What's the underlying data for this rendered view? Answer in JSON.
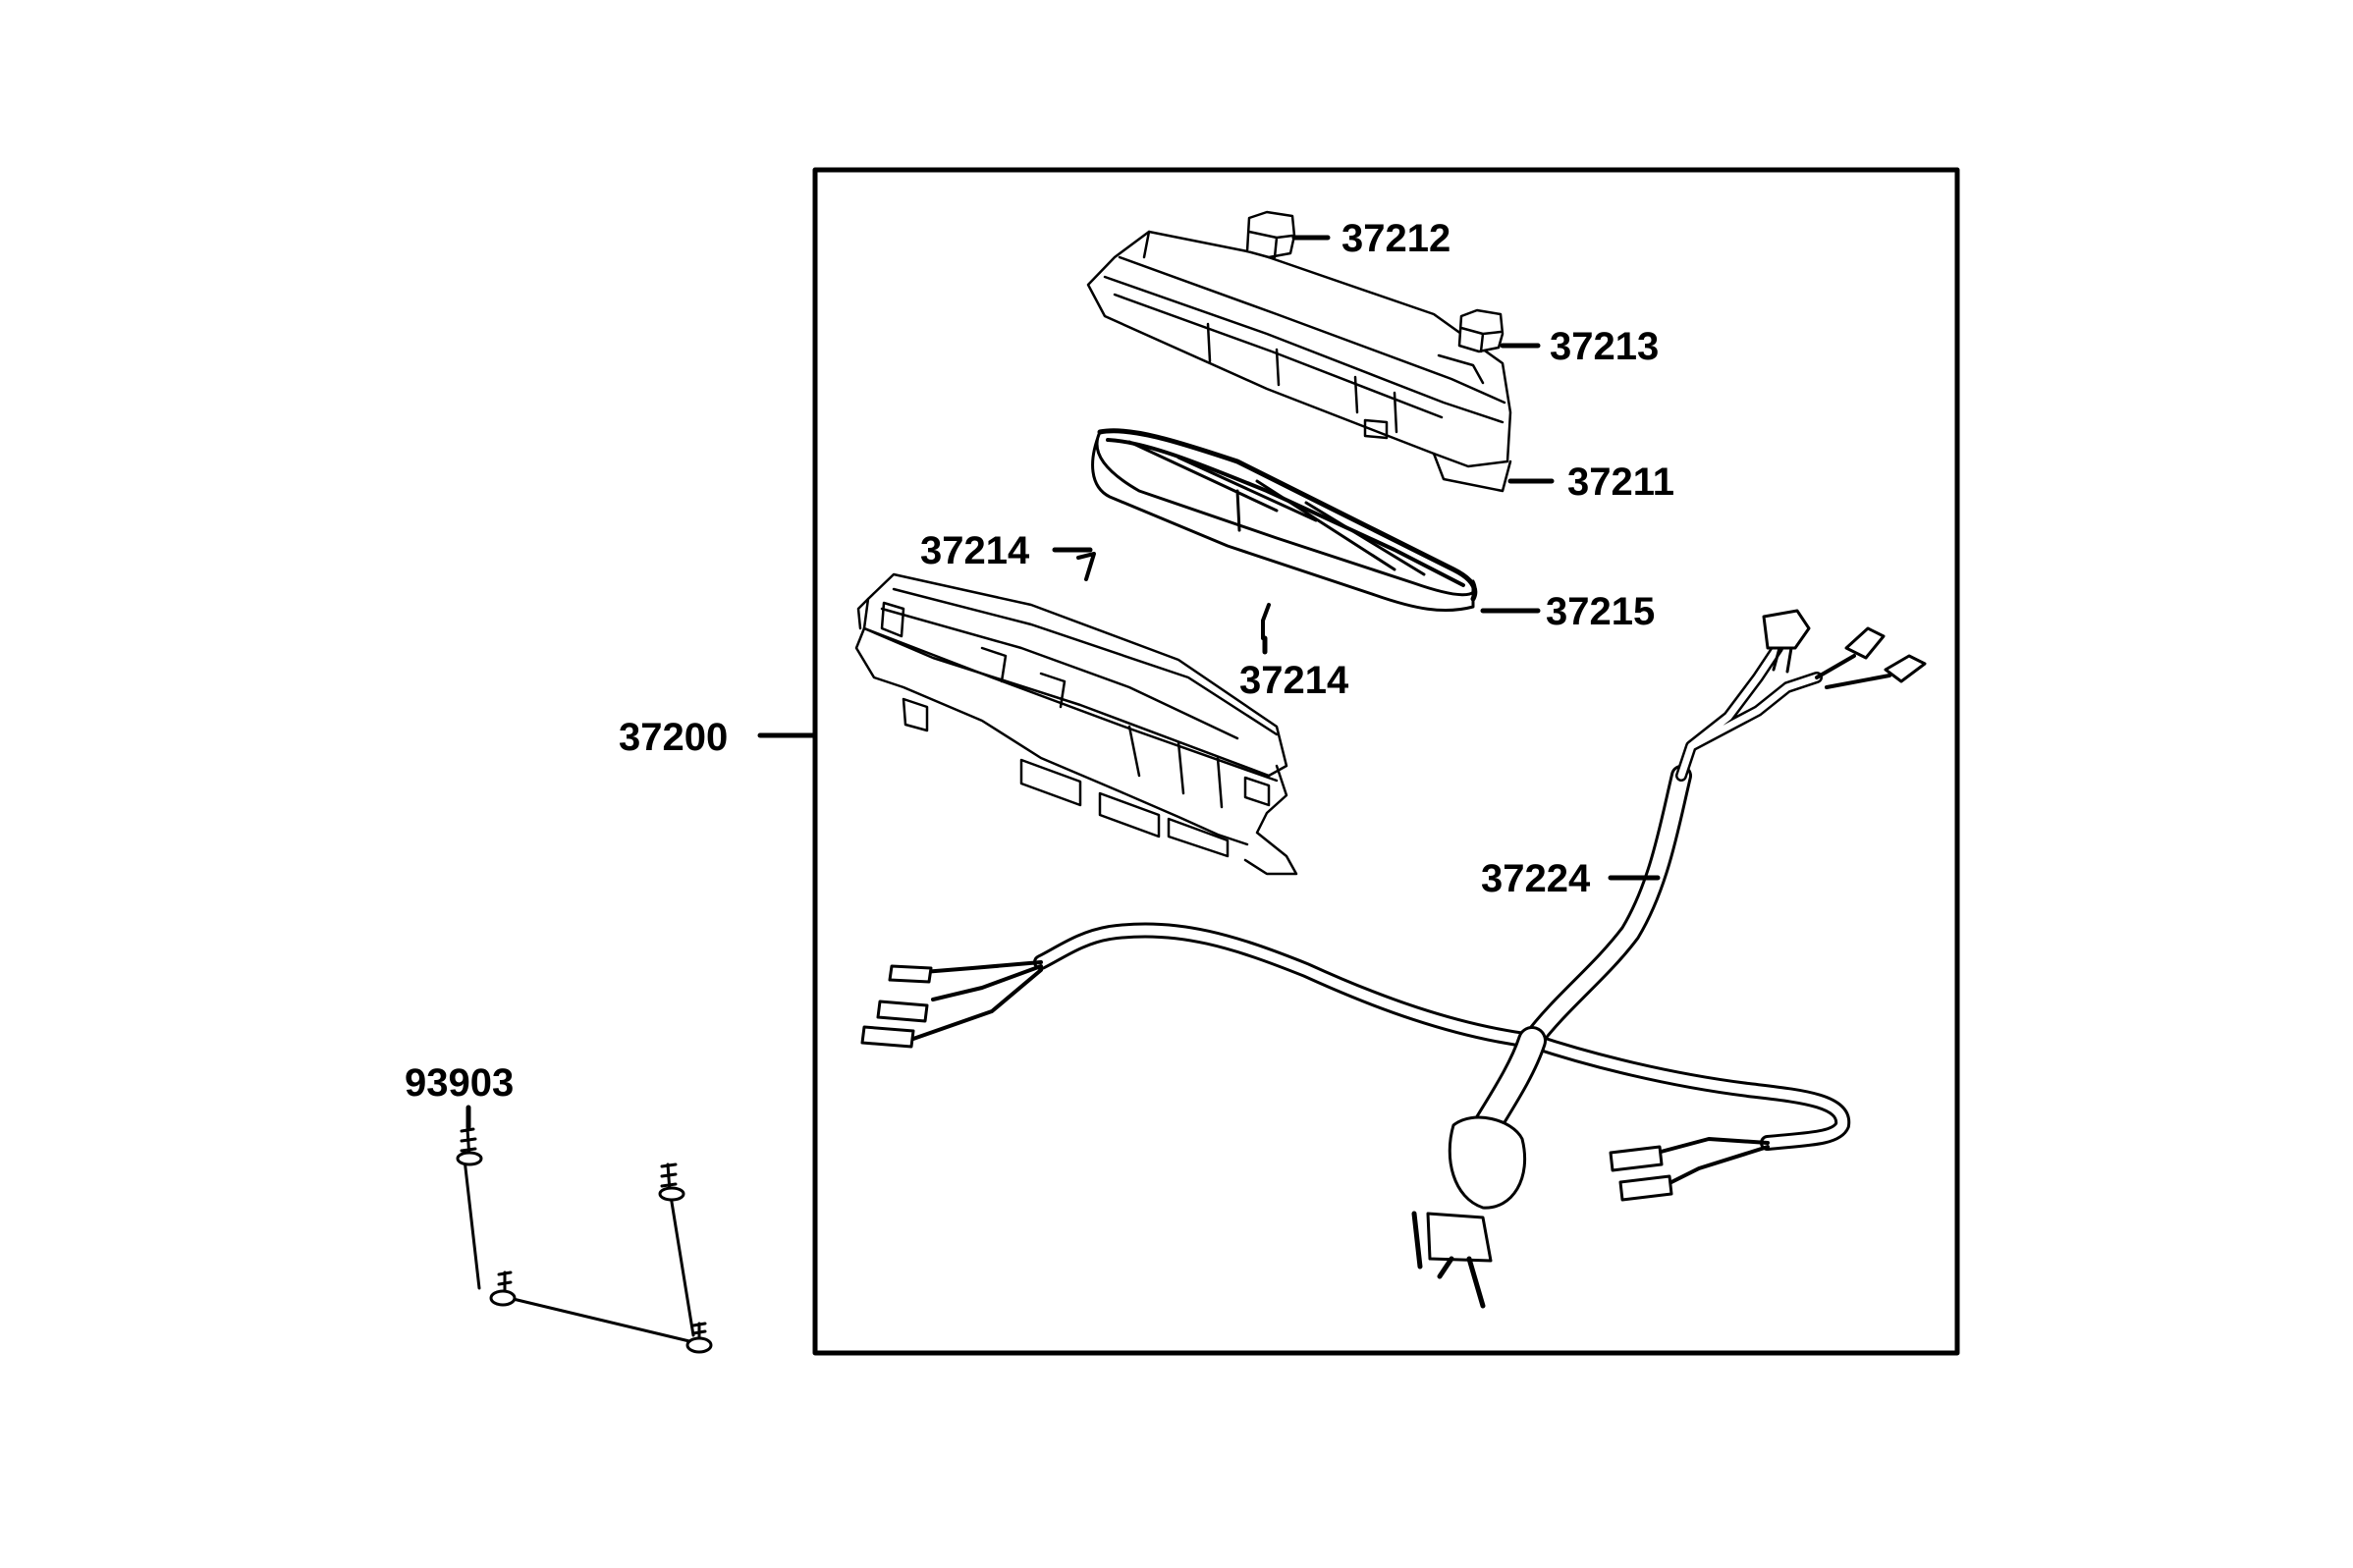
{
  "diagram": {
    "part_labels": {
      "p37212": "37212",
      "p37213": "37213",
      "p37211": "37211",
      "p37214_upper": "37214",
      "p37214_lower": "37214",
      "p37215": "37215",
      "p37200": "37200",
      "p37224": "37224",
      "p93903": "93903"
    },
    "colors": {
      "ink": "#000000",
      "background": "#ffffff"
    }
  }
}
